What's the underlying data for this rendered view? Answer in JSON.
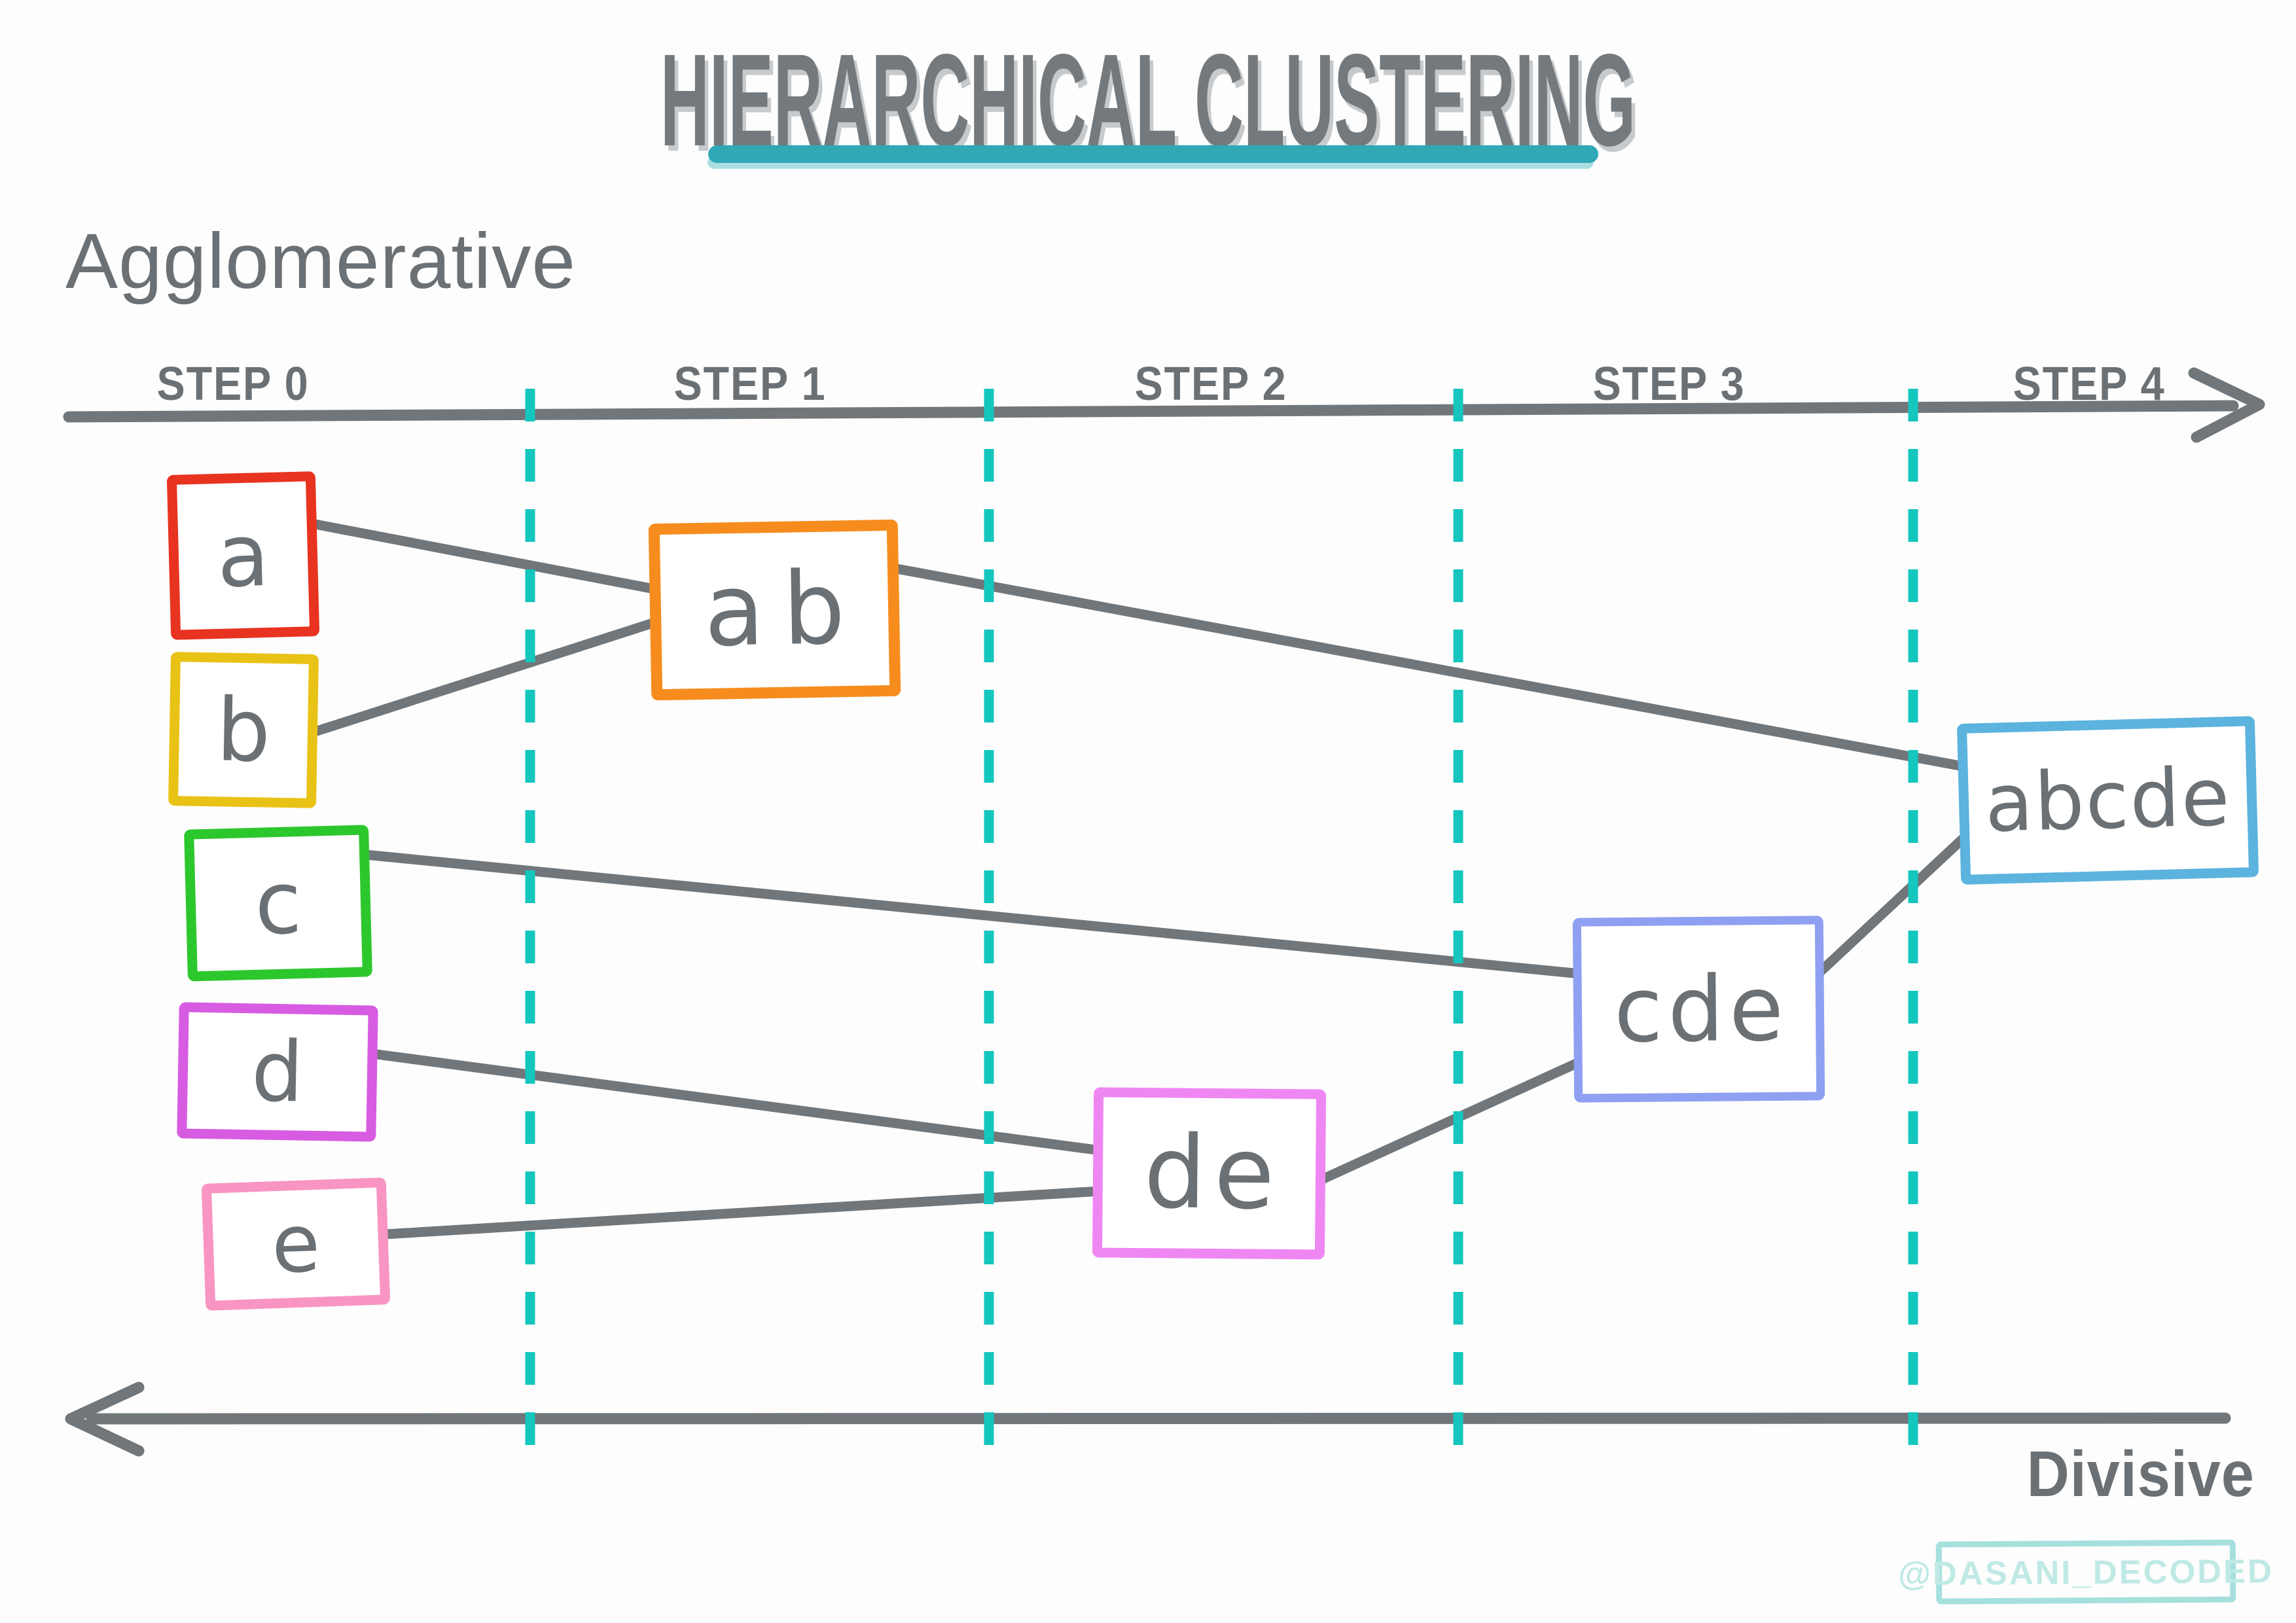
{
  "title": {
    "text": "HIERARCHICAL CLUSTERING"
  },
  "sections": {
    "agglomerative": "Agglomerative",
    "divisive": "Divisive"
  },
  "timeline": {
    "steps": [
      "STEP 0",
      "STEP 1",
      "STEP 2",
      "STEP 3",
      "STEP 4"
    ]
  },
  "nodes": [
    {
      "id": "a",
      "label": "a",
      "step": 0,
      "border": "#e73320"
    },
    {
      "id": "b",
      "label": "b",
      "step": 0,
      "border": "#e9c216"
    },
    {
      "id": "c",
      "label": "c",
      "step": 0,
      "border": "#2cc72c"
    },
    {
      "id": "d",
      "label": "d",
      "step": 0,
      "border": "#d75ce2"
    },
    {
      "id": "e",
      "label": "e",
      "step": 0,
      "border": "#f895c3"
    },
    {
      "id": "ab",
      "label": "ab",
      "step": 1,
      "border": "#f78c1e"
    },
    {
      "id": "de",
      "label": "de",
      "step": 2,
      "border": "#ef87f3"
    },
    {
      "id": "cde",
      "label": "cde",
      "step": 3,
      "border": "#8fa0f2"
    },
    {
      "id": "abcde",
      "label": "abcde",
      "step": 4,
      "border": "#5bb3de"
    }
  ],
  "merges": [
    {
      "step": 1,
      "inputs": [
        "a",
        "b"
      ],
      "output": "ab"
    },
    {
      "step": 2,
      "inputs": [
        "d",
        "e"
      ],
      "output": "de"
    },
    {
      "step": 3,
      "inputs": [
        "c",
        "de"
      ],
      "output": "cde"
    },
    {
      "step": 4,
      "inputs": [
        "ab",
        "cde"
      ],
      "output": "abcde"
    }
  ],
  "watermark": {
    "text": "@DASANI_DECODED"
  },
  "palette": {
    "ink": "#6b7074",
    "line": "#71767a",
    "title": "#74797d",
    "divider_teal": "#14c6be",
    "underline_teal": "#31a8b5",
    "watermark_border": "#a5e0dd",
    "watermark_text": "#bfe9e5"
  }
}
